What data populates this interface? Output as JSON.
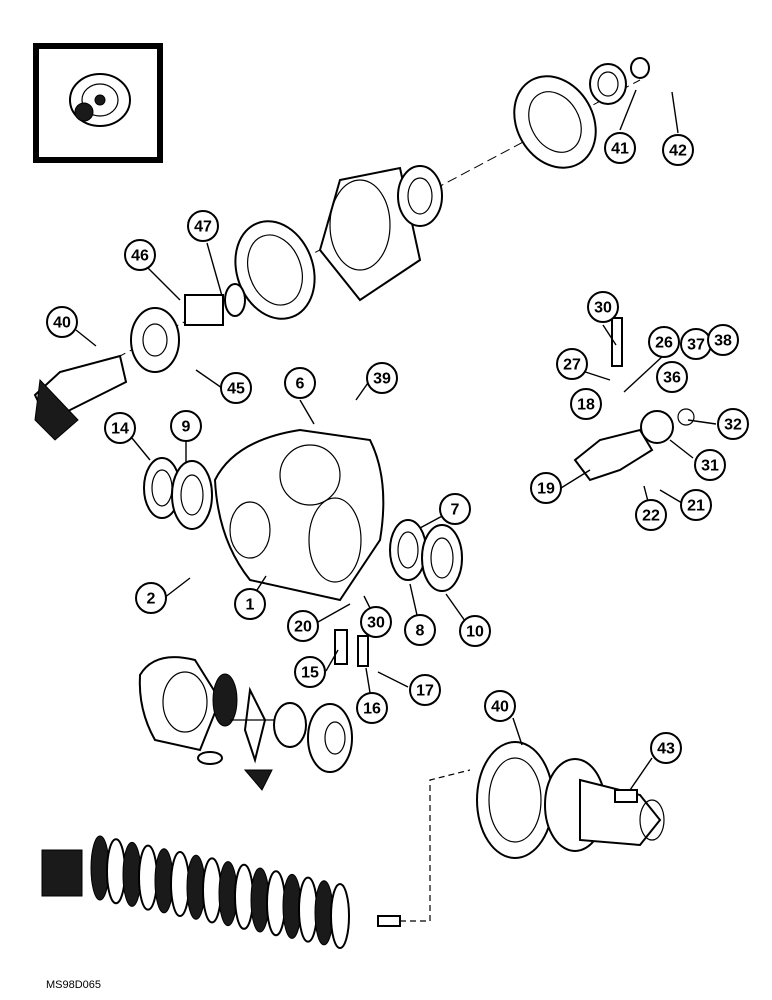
{
  "figure_code": "MS98D065",
  "callouts": [
    {
      "id": "c41",
      "label": "41"
    },
    {
      "id": "c42",
      "label": "42"
    },
    {
      "id": "c47",
      "label": "47"
    },
    {
      "id": "c46",
      "label": "46"
    },
    {
      "id": "c40a",
      "label": "40"
    },
    {
      "id": "c45",
      "label": "45"
    },
    {
      "id": "c30a",
      "label": "30"
    },
    {
      "id": "c26",
      "label": "26"
    },
    {
      "id": "c27",
      "label": "27"
    },
    {
      "id": "c37",
      "label": "37"
    },
    {
      "id": "c38",
      "label": "38"
    },
    {
      "id": "c36",
      "label": "36"
    },
    {
      "id": "c6",
      "label": "6"
    },
    {
      "id": "c39",
      "label": "39"
    },
    {
      "id": "c18",
      "label": "18"
    },
    {
      "id": "c32",
      "label": "32"
    },
    {
      "id": "c14",
      "label": "14"
    },
    {
      "id": "c9",
      "label": "9"
    },
    {
      "id": "c31",
      "label": "31"
    },
    {
      "id": "c19",
      "label": "19"
    },
    {
      "id": "c21",
      "label": "21"
    },
    {
      "id": "c22",
      "label": "22"
    },
    {
      "id": "c7",
      "label": "7"
    },
    {
      "id": "c2",
      "label": "2"
    },
    {
      "id": "c1",
      "label": "1"
    },
    {
      "id": "c20",
      "label": "20"
    },
    {
      "id": "c30b",
      "label": "30"
    },
    {
      "id": "c8",
      "label": "8"
    },
    {
      "id": "c10",
      "label": "10"
    },
    {
      "id": "c15",
      "label": "15"
    },
    {
      "id": "c17",
      "label": "17"
    },
    {
      "id": "c16",
      "label": "16"
    },
    {
      "id": "c40b",
      "label": "40"
    },
    {
      "id": "c43",
      "label": "43"
    }
  ]
}
